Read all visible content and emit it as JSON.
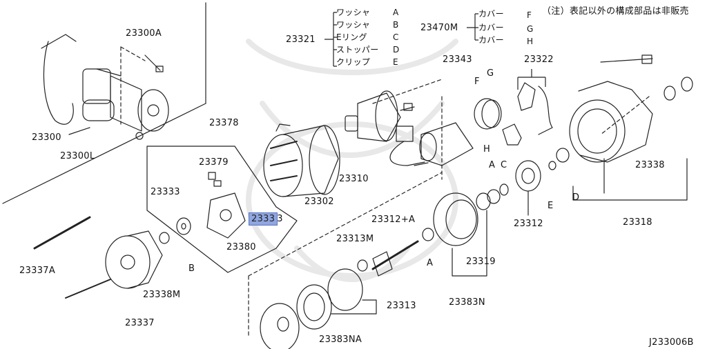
{
  "note": "（注）表記以外の構成部品は非販売",
  "diagram_code": "J233006B",
  "labels": {
    "p23300A": "23300A",
    "p23300": "23300",
    "p23300L": "23300L",
    "p23378": "23378",
    "p23379": "23379",
    "p23333": "23333",
    "p23333b": "2333",
    "p23333b_tail": "3",
    "p23380": "23380",
    "p23337A": "23337A",
    "p23338M": "23338M",
    "p23337": "23337",
    "pB": "B",
    "p23302": "23302",
    "p23310": "23310",
    "p23321": "23321",
    "p23343": "23343",
    "p23470M": "23470M",
    "p23322": "23322",
    "pG": "G",
    "pF": "F",
    "pH": "H",
    "pA": "A",
    "pC": "C",
    "p23312": "23312",
    "pE": "E",
    "pD": "D",
    "p23338": "23338",
    "p23318": "23318",
    "p23312A": "23312+A",
    "p23313M": "23313M",
    "pA2": "A",
    "p23319": "23319",
    "p23313": "23313",
    "p23383N": "23383N",
    "p23383NA": "23383NA"
  },
  "kit_23321": [
    {
      "name": "ワッシャ",
      "code": "A"
    },
    {
      "name": "ワッシャ",
      "code": "B"
    },
    {
      "name": "Eリング",
      "code": "C"
    },
    {
      "name": "ストッパー",
      "code": "D"
    },
    {
      "name": "クリップ",
      "code": "E"
    }
  ],
  "kit_23470M": [
    {
      "name": "カバー",
      "code": "F"
    },
    {
      "name": "カバー",
      "code": "G"
    },
    {
      "name": "カバー",
      "code": "H"
    }
  ]
}
